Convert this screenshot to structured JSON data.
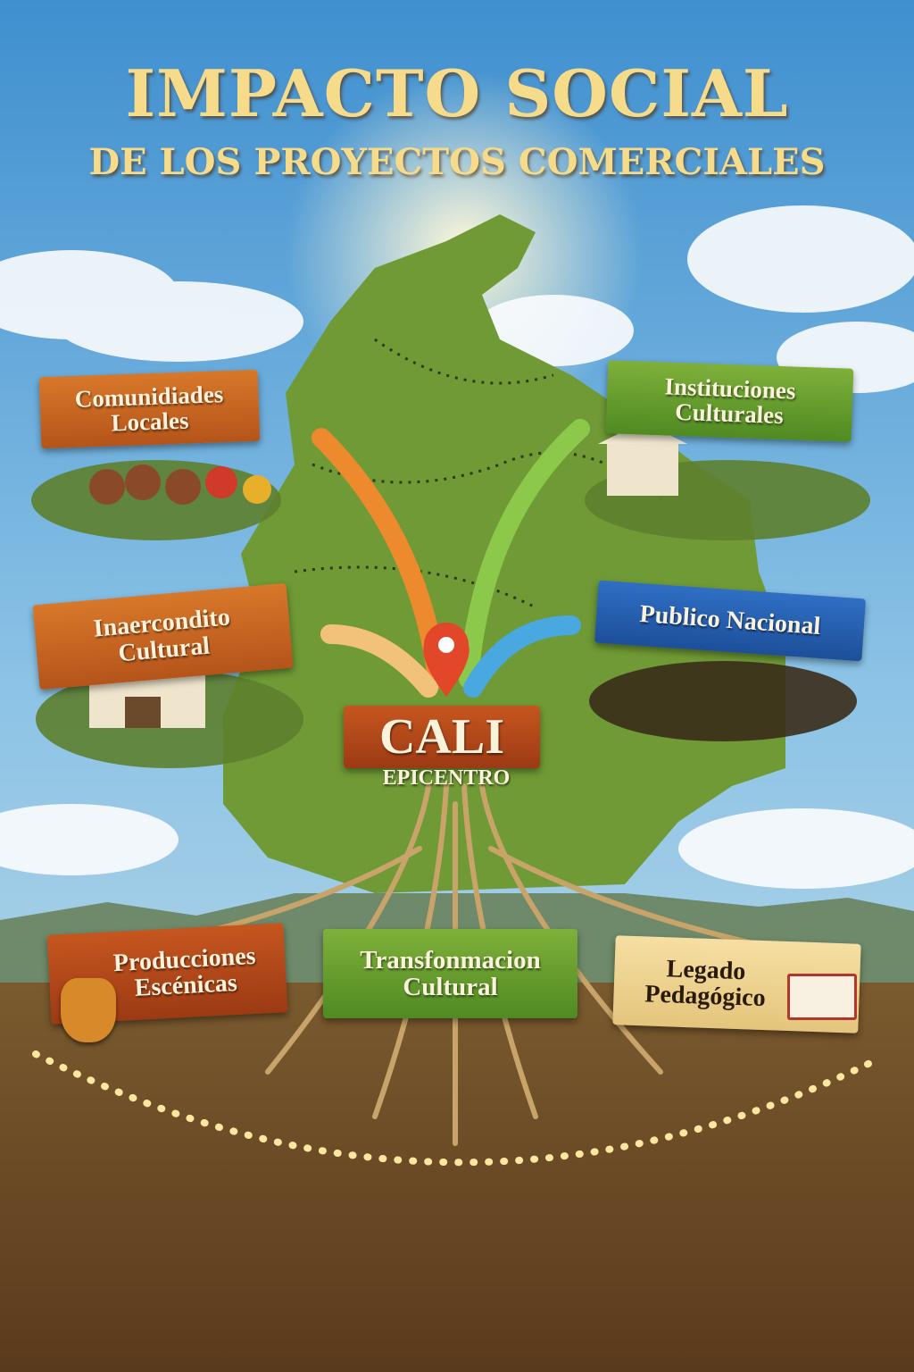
{
  "title": {
    "line1": "IMPACTO SOCIAL",
    "line2": "DE LOS PROYECTOS COMERCIALES"
  },
  "center": {
    "label": "CALI",
    "sublabel": "EPICENTRO"
  },
  "branches": [
    {
      "line1": "Comunidiades",
      "line2": "Locales",
      "color": "#c9642a"
    },
    {
      "line1": "Instituciones",
      "line2": "Culturales",
      "color": "#5a9a2a"
    },
    {
      "line1": "Inaercondito",
      "line2": "Cultural",
      "color": "#c9702a"
    },
    {
      "line1": "Publico Nacional",
      "line2": "",
      "color": "#2a62b8"
    }
  ],
  "roots": [
    {
      "line1": "Producciones",
      "line2": "Escénicas",
      "color": "#b44a1a"
    },
    {
      "line1": "Transfonmacion",
      "line2": "Cultural",
      "color": "#5f9a2a"
    },
    {
      "line1": "Legado",
      "line2": "Pedagógico",
      "color": "#efd595"
    }
  ]
}
